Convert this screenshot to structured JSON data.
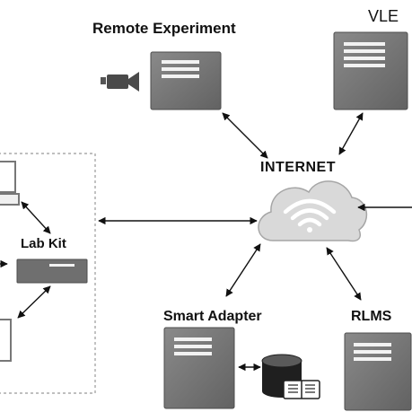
{
  "labels": {
    "remote_experiment": "Remote Experiment",
    "vle": "VLE",
    "internet": "INTERNET",
    "lab_kit": "Lab Kit",
    "smart_adapter": "Smart Adapter",
    "rlms": "RLMS"
  },
  "icons": {
    "remote_experiment_server": "server-icon",
    "camera": "camera-icon",
    "vle_server": "server-icon",
    "internet_cloud": "wifi-cloud-icon",
    "lab_kit_device": "lab-kit-device-icon",
    "smart_adapter_server": "server-icon",
    "database": "database-icon",
    "book": "open-book-icon",
    "rlms_server": "server-icon",
    "laptop": "laptop-icon",
    "tablet": "tablet-icon"
  },
  "colors": {
    "server_fill": "#757575",
    "server_stripe": "#f2f2f2",
    "cloud_fill": "#d9d9d9",
    "cloud_stroke": "#a6a6a6",
    "arrow": "#111111",
    "dashed_box": "#999999"
  }
}
